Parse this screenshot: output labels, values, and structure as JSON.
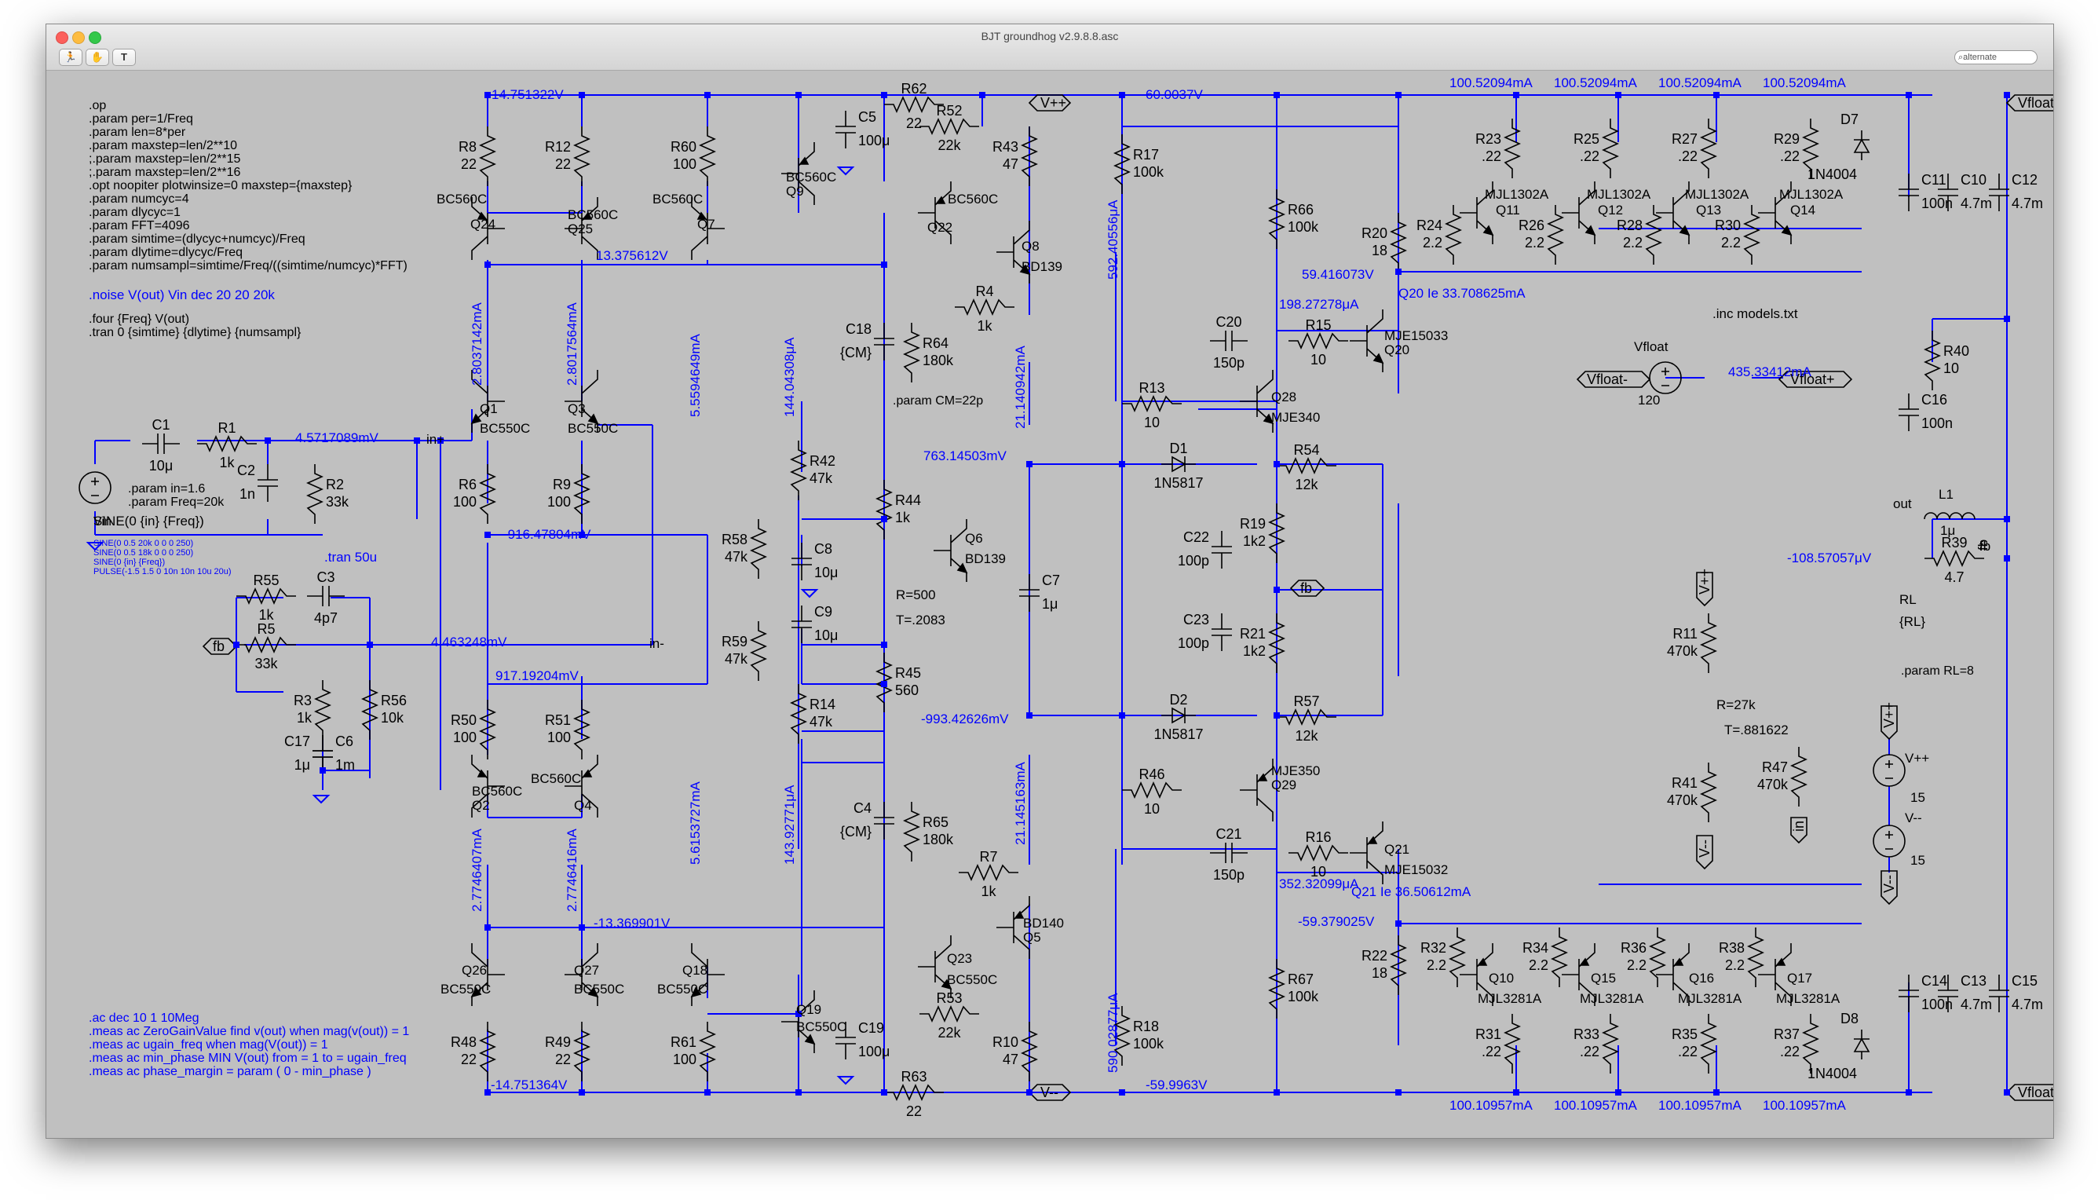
{
  "window": {
    "title": "BJT groundhog v2.9.8.8.asc",
    "toolbar": {
      "run_label": "🏃",
      "hand_label": "✋",
      "text_label": "T"
    },
    "search_placeholder": "alternate"
  },
  "colors": {
    "wire": "#0000ff",
    "canvas": "#c0c0c0",
    "text": "#000000",
    "annotation": "#0000ff"
  },
  "directives": {
    "op_block": [
      ".op",
      ".param per=1/Freq",
      ".param len=8*per",
      ".param maxstep=len/2**10",
      ";.param maxstep=len/2**15",
      ";.param maxstep=len/2**16",
      ".opt noopiter plotwinsize=0 maxstep={maxstep}",
      ".param numcyc=4",
      ".param dlycyc=1",
      ".param FFT=4096",
      ".param simtime=(dlycyc+numcyc)/Freq",
      ".param dlytime=dlycyc/Freq",
      ".param numsampl=simtime/Freq/((simtime/numcyc)*FFT)"
    ],
    "noise": ".noise V(out) Vin dec 20 20 20k",
    "four_block": [
      ".four {Freq} V(out)",
      ".tran 0 {simtime} {dlytime} {numsampl}"
    ],
    "source_block": [
      ".param in=1.6",
      ".param Freq=20k"
    ],
    "sine_alts": [
      "SINE(0 0.5 20k 0 0 0 250)",
      "SINE(0 0.5 18k 0 0 0 250)",
      "SINE(0 {in} {Freq})",
      "PULSE(-1.5 1.5 0 10n 10n 10u 20u)"
    ],
    "tran": ".tran 50u",
    "ac_block": [
      ".ac dec 10 1 10Meg",
      ".meas ac ZeroGainValue find v(out) when mag(v(out)) = 1",
      ".meas ac ugain_freq when mag(V(out)) = 1",
      ".meas ac min_phase MIN V(out) from = 1 to = ugain_freq",
      ".meas ac phase_margin = param ( 0 - min_phase )"
    ],
    "inc": ".inc models.txt",
    "param_cm": ".param CM=22p",
    "param_rl": ".param RL=8"
  },
  "annotations": {
    "v_14_75_top": "14.751322V",
    "v_13_37_upper": "13.375612V",
    "v_4_57": "4.5717089mV",
    "v_916": "-916.47804mV",
    "v_4_46": "4.463248mV",
    "v_917": "917.19204mV",
    "v_13_37_lower": "-13.369901V",
    "v_14_75_bot": "-14.751364V",
    "i_q24": "2.8037142mA",
    "i_q25": "2.8017564mA",
    "i_q7": "5.5594649mA",
    "i_r42": "144.04308μA",
    "i_q2": "2.7746407mA",
    "i_q4": "2.7746416mA",
    "i_q18": "5.6153727mA",
    "i_r14": "143.92771μA",
    "i_r43": "21.140942mA",
    "i_r10": "21.145163mA",
    "v_763": "763.14503mV",
    "v_993": "-993.42626mV",
    "v_60": "60.0037V",
    "v_minus60": "-59.9963V",
    "i_r17": "592.40556μA",
    "i_r18": "590.02877μA",
    "i_q20_a": "198.27278μA",
    "v_59_41": "59.416073V",
    "i_q20_ie": "Q20 Ie 33.708625mA",
    "i_q21_a": "352.32099μA",
    "v_59_37": "-59.379025V",
    "i_q21_ie": "Q21  Ie  36.50612mA",
    "i_top_outs": [
      "100.52094mA",
      "100.52094mA",
      "100.52094mA",
      "100.52094mA"
    ],
    "i_bot_outs": [
      "100.10957mA",
      "100.10957mA",
      "100.10957mA",
      "100.10957mA"
    ],
    "i_vfloat": "435.33412mA",
    "v_out": "-108.57057μV"
  },
  "labels": {
    "q24": [
      "BC560C",
      "Q24"
    ],
    "q25": [
      "BC560C",
      "Q25"
    ],
    "q7": [
      "BC560C",
      "Q7"
    ],
    "q9": [
      "BC560C",
      "Q9"
    ],
    "q22": [
      "BC560C",
      "Q22"
    ],
    "q8": [
      "Q8",
      "BD139"
    ],
    "q1": [
      "Q1",
      "BC550C"
    ],
    "q3": [
      "Q3",
      "BC550C"
    ],
    "q2": [
      "BC560C",
      "Q2"
    ],
    "q4": [
      "BC560C",
      "Q4"
    ],
    "q26": [
      "Q26",
      "BC550C"
    ],
    "q27": [
      "Q27",
      "BC550C"
    ],
    "q18": [
      "Q18",
      "BC550C"
    ],
    "q19": [
      "Q19",
      "BC550C"
    ],
    "q6": [
      "Q6",
      "BD139"
    ],
    "q5": [
      "BD140",
      "Q5"
    ],
    "q23": [
      "Q23",
      "BC550C"
    ],
    "q28": [
      "Q28",
      "MJE340"
    ],
    "q29": [
      "MJE350",
      "Q29"
    ],
    "q20": [
      "MJE15033",
      "Q20"
    ],
    "q21": [
      "Q21",
      "MJE15032"
    ],
    "q11": [
      "MJL1302A",
      "Q11"
    ],
    "q12": [
      "MJL1302A",
      "Q12"
    ],
    "q13": [
      "MJL1302A",
      "Q13"
    ],
    "q14": [
      "MJL1302A",
      "Q14"
    ],
    "q10": [
      "Q10",
      "MJL3281A"
    ],
    "q15": [
      "Q15",
      "MJL3281A"
    ],
    "q16": [
      "Q16",
      "MJL3281A"
    ],
    "q17": [
      "Q17",
      "MJL3281A"
    ],
    "d7": [
      "D7",
      "1N4004"
    ],
    "d8": [
      "D8",
      "1N4004"
    ],
    "d1": [
      "D1",
      "1N5817"
    ],
    "d2": [
      "D2",
      "1N5817"
    ],
    "vin": "Vin",
    "vfloat": [
      "Vfloat",
      "120"
    ],
    "vpp": [
      "V++",
      "15"
    ],
    "vmm": [
      "V--",
      "15"
    ],
    "r500": [
      "R=500",
      "T=.2083"
    ],
    "r27k": [
      "R=27k",
      "T=.881622"
    ],
    "rl": [
      "RL",
      "{RL}"
    ],
    "l1": [
      "L1",
      "1μ"
    ],
    "out": "out",
    "fb_r": "fb"
  },
  "ports": {
    "vpp": "V++",
    "vmm": "V--",
    "vfloat_p": "Vfloat+",
    "vfloat_m": "Vfloat-",
    "fb": "fb",
    "in_p": "in+",
    "in_m": "in-",
    "in": "in"
  },
  "resistors": [
    [
      "R8",
      "22"
    ],
    [
      "R12",
      "22"
    ],
    [
      "R60",
      "100"
    ],
    [
      "R62",
      "22"
    ],
    [
      "R52",
      "22k"
    ],
    [
      "R43",
      "47"
    ],
    [
      "R4",
      "1k"
    ],
    [
      "R64",
      "180k"
    ],
    [
      "R1",
      "1k"
    ],
    [
      "R2",
      "33k"
    ],
    [
      "R6",
      "100"
    ],
    [
      "R9",
      "100"
    ],
    [
      "R42",
      "47k"
    ],
    [
      "R58",
      "47k"
    ],
    [
      "R59",
      "47k"
    ],
    [
      "R14",
      "47k"
    ],
    [
      "R44",
      "1k"
    ],
    [
      "R45",
      "560"
    ],
    [
      "R55",
      "1k"
    ],
    [
      "R5",
      "33k"
    ],
    [
      "R3",
      "1k"
    ],
    [
      "R56",
      "10k"
    ],
    [
      "R50",
      "100"
    ],
    [
      "R51",
      "100"
    ],
    [
      "R65",
      "180k"
    ],
    [
      "R7",
      "1k"
    ],
    [
      "R48",
      "22"
    ],
    [
      "R49",
      "22"
    ],
    [
      "R61",
      "100"
    ],
    [
      "R53",
      "22k"
    ],
    [
      "R63",
      "22"
    ],
    [
      "R10",
      "47"
    ],
    [
      "R17",
      "100k"
    ],
    [
      "R66",
      "100k"
    ],
    [
      "R20",
      "18"
    ],
    [
      "R13",
      "10"
    ],
    [
      "R15",
      "10"
    ],
    [
      "R54",
      "12k"
    ],
    [
      "R19",
      "1k2"
    ],
    [
      "R21",
      "1k2"
    ],
    [
      "R57",
      "12k"
    ],
    [
      "R46",
      "10"
    ],
    [
      "R16",
      "10"
    ],
    [
      "R67",
      "100k"
    ],
    [
      "R18",
      "100k"
    ],
    [
      "R22",
      "18"
    ],
    [
      "R23",
      ".22"
    ],
    [
      "R25",
      ".22"
    ],
    [
      "R27",
      ".22"
    ],
    [
      "R29",
      ".22"
    ],
    [
      "R24",
      "2.2"
    ],
    [
      "R26",
      "2.2"
    ],
    [
      "R28",
      "2.2"
    ],
    [
      "R30",
      "2.2"
    ],
    [
      "R32",
      "2.2"
    ],
    [
      "R34",
      "2.2"
    ],
    [
      "R36",
      "2.2"
    ],
    [
      "R38",
      "2.2"
    ],
    [
      "R31",
      ".22"
    ],
    [
      "R33",
      ".22"
    ],
    [
      "R35",
      ".22"
    ],
    [
      "R37",
      ".22"
    ],
    [
      "R40",
      "10"
    ],
    [
      "R39",
      "4.7"
    ],
    [
      "R11",
      "470k"
    ],
    [
      "R41",
      "470k"
    ],
    [
      "R47",
      "470k"
    ]
  ],
  "capacitors": [
    [
      "C1",
      "10μ"
    ],
    [
      "C2",
      "1n"
    ],
    [
      "C5",
      "100μ"
    ],
    [
      "C18",
      "{CM}"
    ],
    [
      "C8",
      "10μ"
    ],
    [
      "C9",
      "10μ"
    ],
    [
      "C3",
      "4p7"
    ],
    [
      "C17",
      "1μ"
    ],
    [
      "C6",
      "1m"
    ],
    [
      "C4",
      "{CM}"
    ],
    [
      "C19",
      "100μ"
    ],
    [
      "C7",
      "1μ"
    ],
    [
      "C20",
      "150p"
    ],
    [
      "C22",
      "100p"
    ],
    [
      "C23",
      "100p"
    ],
    [
      "C21",
      "150p"
    ],
    [
      "C11",
      "100n"
    ],
    [
      "C10",
      "4.7m"
    ],
    [
      "C12",
      "4.7m"
    ],
    [
      "C16",
      "100n"
    ],
    [
      "C14",
      "100n"
    ],
    [
      "C13",
      "4.7m"
    ],
    [
      "C15",
      "4.7m"
    ]
  ]
}
